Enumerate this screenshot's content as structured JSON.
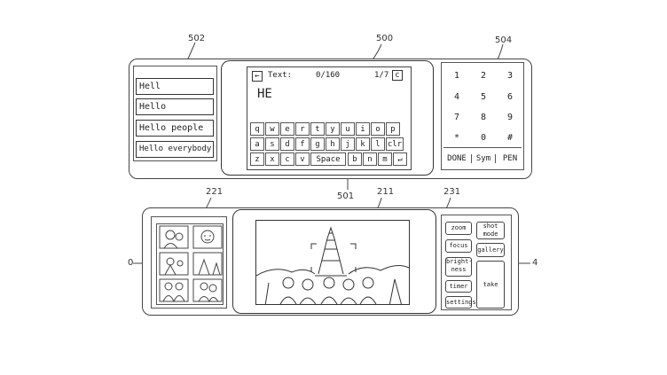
{
  "refs": {
    "r502": "502",
    "r500": "500",
    "r504": "504",
    "r501": "501",
    "r221": "221",
    "r211": "211",
    "r231": "231",
    "rleft": "0",
    "rright": "4"
  },
  "top": {
    "suggestions": [
      "Hell",
      "Hello",
      "Hello people",
      "Hello everybody"
    ],
    "editor": {
      "back_icon": "←",
      "label": "Text:",
      "count": "0/160",
      "page": "1/7",
      "close": "c",
      "text": "HE"
    },
    "keys_row1": [
      "q",
      "w",
      "e",
      "r",
      "t",
      "y",
      "u",
      "i",
      "o",
      "p"
    ],
    "keys_row2": [
      "a",
      "s",
      "d",
      "f",
      "g",
      "h",
      "j",
      "k",
      "l",
      "clr"
    ],
    "keys_row3": [
      "z",
      "x",
      "c",
      "v",
      "Space",
      "b",
      "n",
      "m",
      "↵"
    ],
    "numpad": [
      "1",
      "2",
      "3",
      "4",
      "5",
      "6",
      "7",
      "8",
      "9",
      "*",
      "0",
      "#"
    ],
    "numpad_bottom": [
      "DONE",
      "Sym",
      "PEN"
    ]
  },
  "bottom": {
    "buttons_left": [
      "zoom",
      "focus",
      "bright-ness",
      "timer",
      "settings"
    ],
    "buttons_right": [
      "shot mode",
      "gallery"
    ],
    "take": "take"
  }
}
